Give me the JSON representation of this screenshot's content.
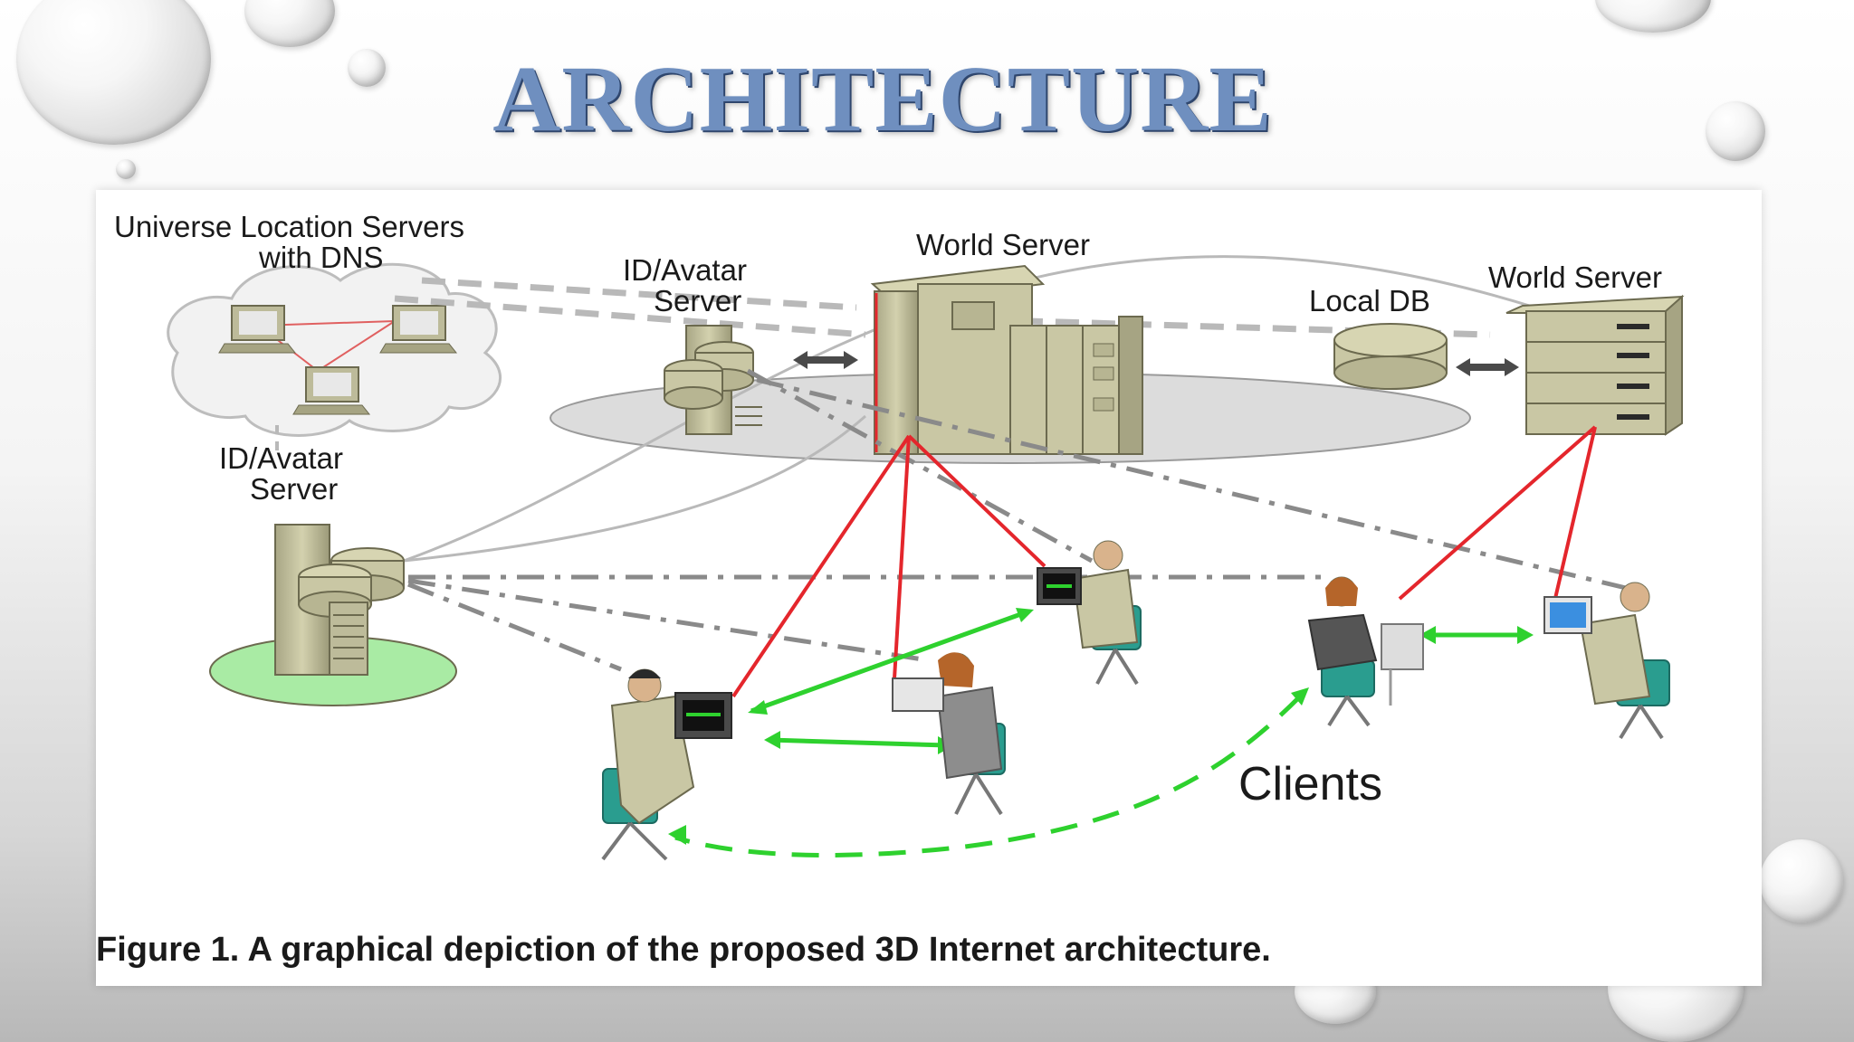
{
  "slide": {
    "title": "ARCHITECTURE"
  },
  "diagram": {
    "labels": {
      "universe_servers_line1": "Universe Location Servers",
      "universe_servers_line2": "with DNS",
      "id_avatar_top_line1": "ID/Avatar",
      "id_avatar_top_line2": "Server",
      "world_server_center": "World Server",
      "local_db": "Local DB",
      "world_server_right": "World Server",
      "id_avatar_left_line1": "ID/Avatar",
      "id_avatar_left_line2": "Server",
      "clients": "Clients"
    },
    "caption": "Figure 1. A graphical depiction of the proposed 3D Internet architecture.",
    "colors": {
      "server_body": "#c9c7a4",
      "server_edge": "#6c6a4f",
      "connection_red": "#e4262c",
      "connection_green": "#2ed12e",
      "dashed_gray": "#8a8a8a",
      "platform": "#dcdcdc",
      "id_server_base": "#a9eba4"
    }
  }
}
